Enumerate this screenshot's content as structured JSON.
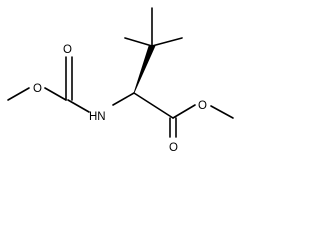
{
  "molecule": {
    "atoms": {
      "ester_o": "O",
      "carbonyl_o_left": "O",
      "nh": "HN",
      "carbonyl_o_right": "O",
      "ester_o_right": "O"
    }
  }
}
